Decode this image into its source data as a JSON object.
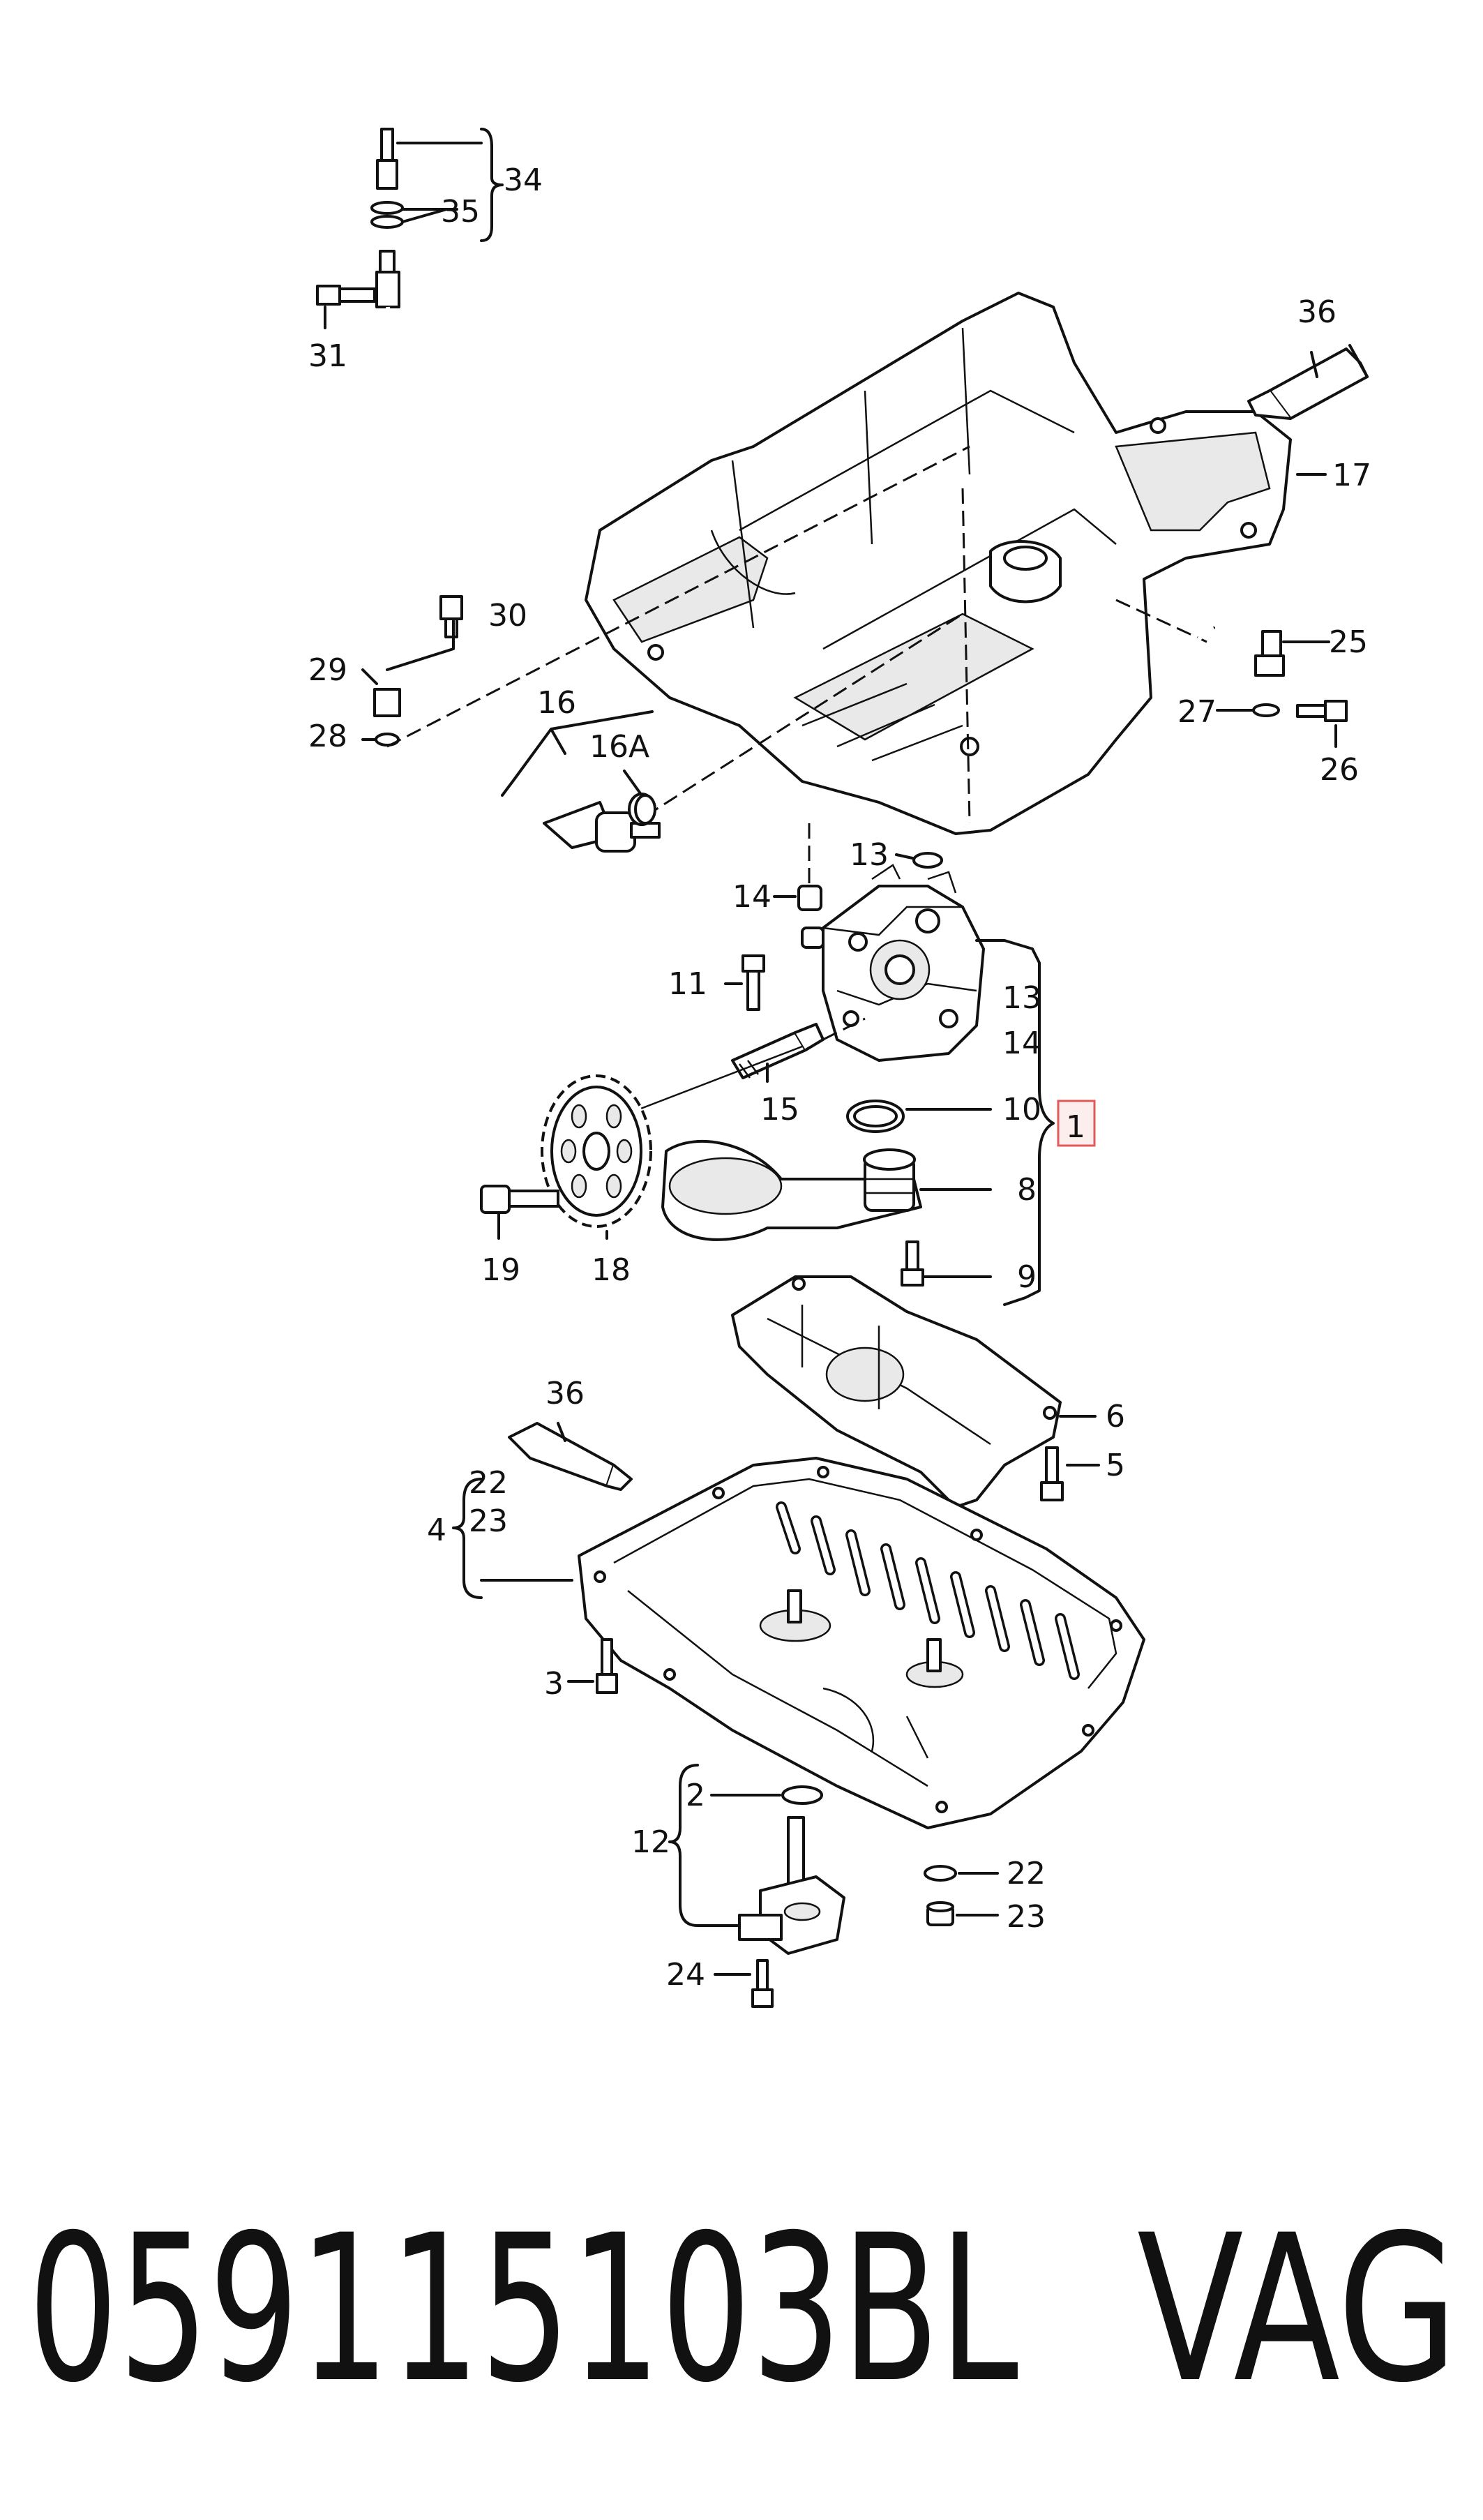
{
  "labels": {
    "l34": "34",
    "l35": "35",
    "l31": "31",
    "l36a": "36",
    "l17": "17",
    "l30": "30",
    "l29": "29",
    "l28": "28",
    "l16": "16",
    "l16a": "16A",
    "l25": "25",
    "l27": "27",
    "l26": "26",
    "l13a": "13",
    "l14a": "14",
    "l11": "11",
    "l13b": "13",
    "l14b": "14",
    "l15": "15",
    "l10": "10",
    "l1": "1",
    "l8": "8",
    "l19": "19",
    "l18": "18",
    "l9": "9",
    "l6": "6",
    "l5": "5",
    "l36b": "36",
    "l22a": "22",
    "l23a": "23",
    "l4": "4",
    "l3": "3",
    "l2": "2",
    "l12": "12",
    "l22b": "22",
    "l23b": "23",
    "l24": "24"
  },
  "footer": {
    "part_number": "059115103BL",
    "brand": "VAG"
  },
  "colors": {
    "ink": "#111111",
    "highlight_box": "#e05a5a",
    "highlight_fill": "#fdeeee"
  }
}
